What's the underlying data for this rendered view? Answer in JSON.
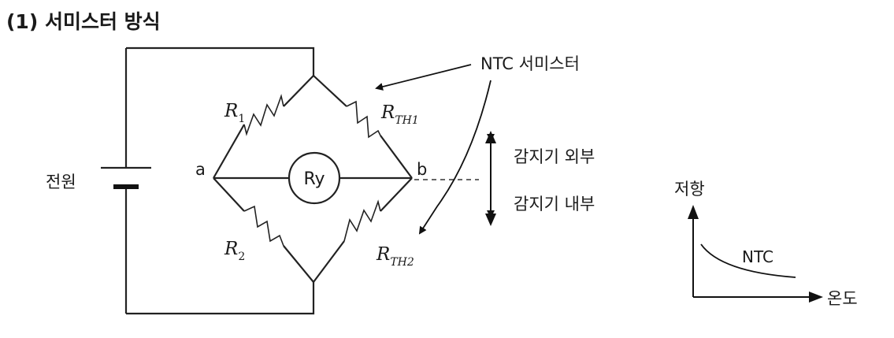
{
  "title": "(1) 서미스터 방식",
  "labels": {
    "power_source": "전원",
    "node_a": "a",
    "node_b": "b",
    "relay": "Ry",
    "ntc_thermistor": "NTC 서미스터",
    "sensor_outside": "감지기 외부",
    "sensor_inside": "감지기 내부"
  },
  "resistors": {
    "r1": {
      "letter": "R",
      "sub": "1"
    },
    "r2": {
      "letter": "R",
      "sub": "2"
    },
    "rth1": {
      "letter": "R",
      "sub": "TH1"
    },
    "rth2": {
      "letter": "R",
      "sub": "TH2"
    }
  },
  "graph": {
    "ylabel": "저항",
    "xlabel": "온도",
    "curve_label": "NTC"
  }
}
